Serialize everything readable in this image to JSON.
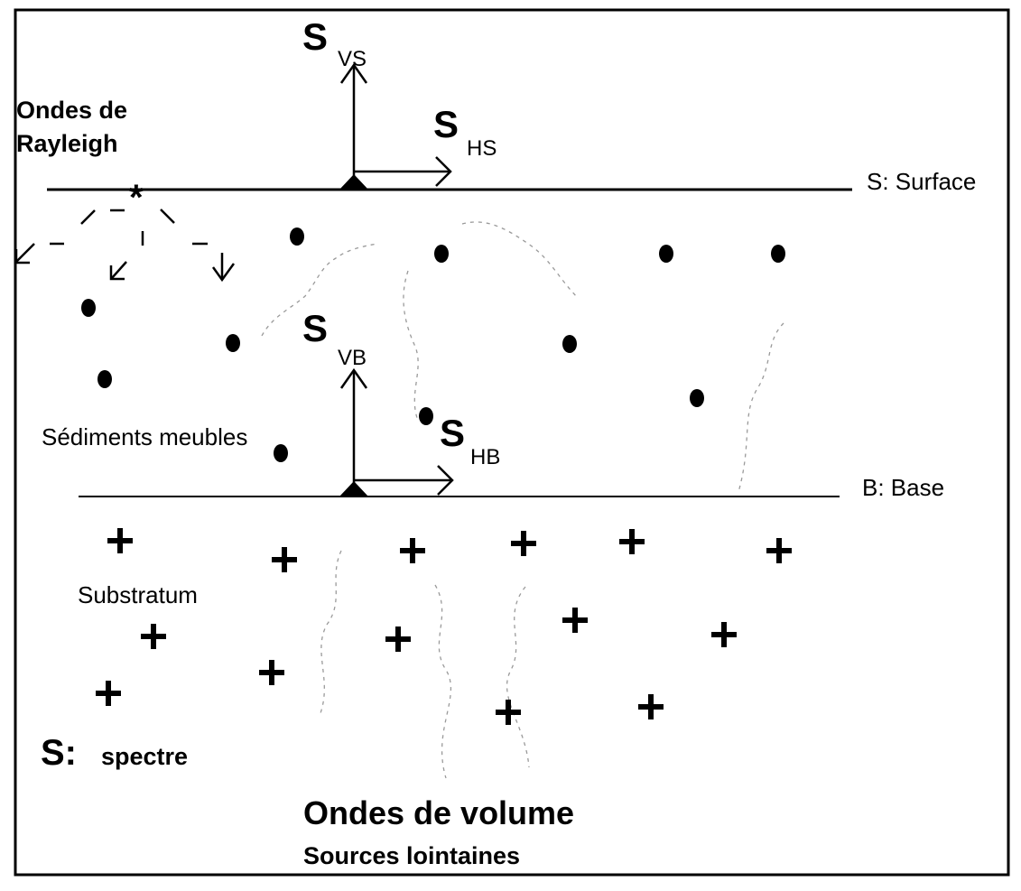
{
  "labels": {
    "rayleigh_line1": "Ondes de",
    "rayleigh_line2": "Rayleigh",
    "surface": "S: Surface",
    "base": "B: Base",
    "sediments": "Sédiments meubles",
    "substratum": "Substratum",
    "spectre_symbol": "S:",
    "spectre_text": "spectre",
    "volume_title": "Ondes de volume",
    "volume_subtitle": "Sources lointaines"
  },
  "vectors": {
    "s_main": "S",
    "vs_sub": "VS",
    "hs_sub": "HS",
    "vb_sub": "VB",
    "hb_sub": "HB"
  },
  "source_symbol": "*",
  "rayleigh_signs": [
    "/",
    "−",
    "\\",
    "−",
    "I",
    "−"
  ],
  "icons": {
    "sediment_particle": "filled-circle",
    "bedrock_marker": "plus-sign",
    "station": "filled-triangle",
    "wave_path": "dashed-wavy-arrow"
  },
  "colors": {
    "ink": "#000000",
    "background": "#ffffff",
    "wave_path": "#9a9a9a"
  }
}
